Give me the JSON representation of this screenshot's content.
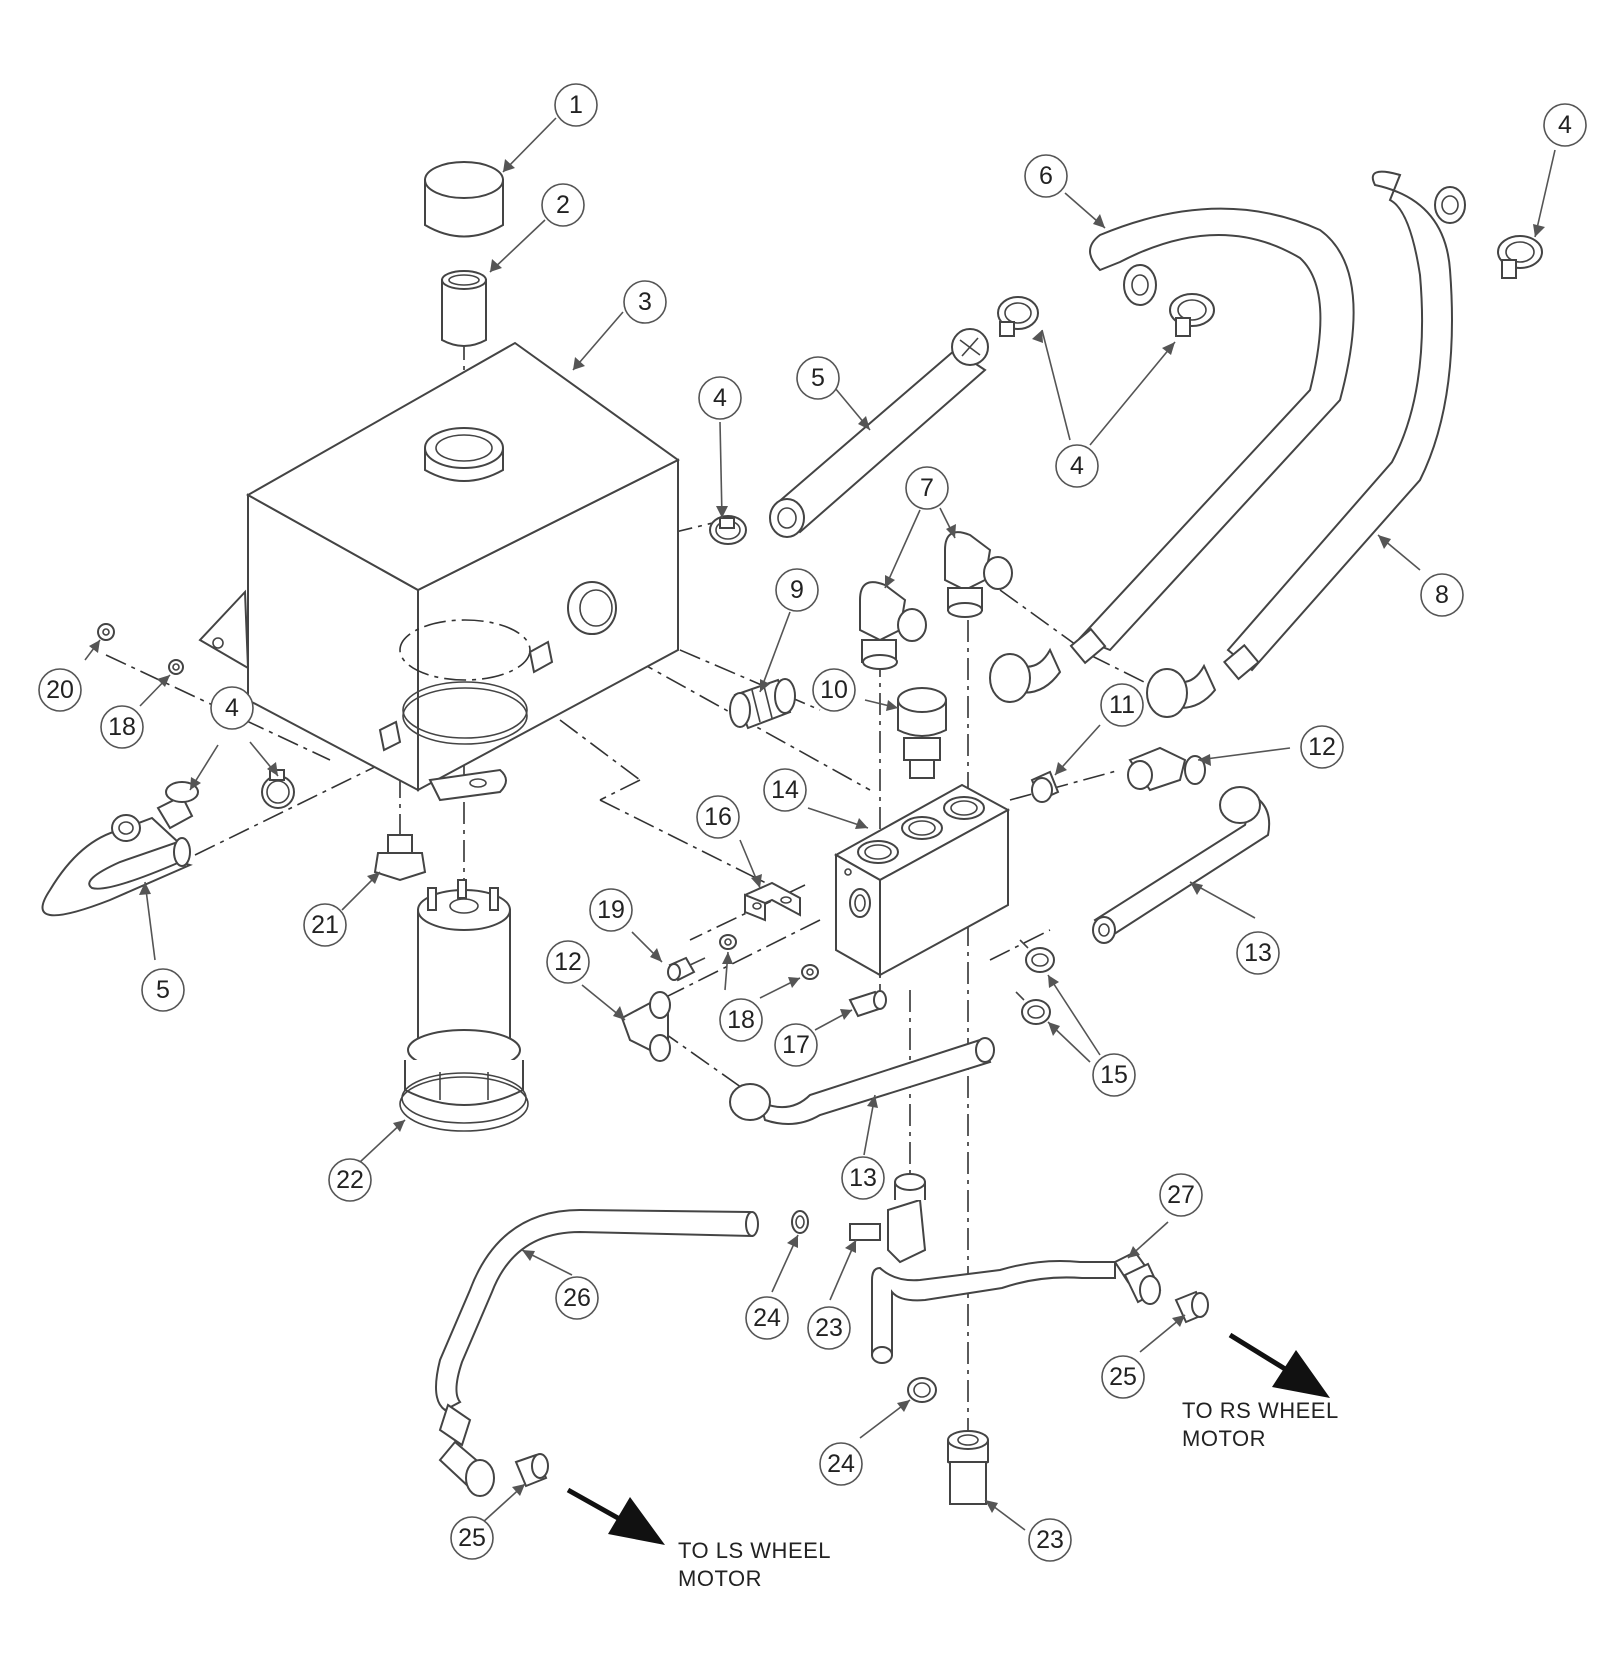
{
  "callouts": [
    {
      "id": "c1",
      "label": "1"
    },
    {
      "id": "c2",
      "label": "2"
    },
    {
      "id": "c3",
      "label": "3"
    },
    {
      "id": "c4a",
      "label": "4"
    },
    {
      "id": "c4b",
      "label": "4"
    },
    {
      "id": "c4c",
      "label": "4"
    },
    {
      "id": "c4d",
      "label": "4"
    },
    {
      "id": "c5a",
      "label": "5"
    },
    {
      "id": "c5b",
      "label": "5"
    },
    {
      "id": "c6",
      "label": "6"
    },
    {
      "id": "c7",
      "label": "7"
    },
    {
      "id": "c8",
      "label": "8"
    },
    {
      "id": "c9",
      "label": "9"
    },
    {
      "id": "c10",
      "label": "10"
    },
    {
      "id": "c11",
      "label": "11"
    },
    {
      "id": "c12a",
      "label": "12"
    },
    {
      "id": "c12b",
      "label": "12"
    },
    {
      "id": "c13a",
      "label": "13"
    },
    {
      "id": "c13b",
      "label": "13"
    },
    {
      "id": "c14",
      "label": "14"
    },
    {
      "id": "c15",
      "label": "15"
    },
    {
      "id": "c16",
      "label": "16"
    },
    {
      "id": "c17",
      "label": "17"
    },
    {
      "id": "c18a",
      "label": "18"
    },
    {
      "id": "c18b",
      "label": "18"
    },
    {
      "id": "c19",
      "label": "19"
    },
    {
      "id": "c20",
      "label": "20"
    },
    {
      "id": "c21",
      "label": "21"
    },
    {
      "id": "c22",
      "label": "22"
    },
    {
      "id": "c23a",
      "label": "23"
    },
    {
      "id": "c23b",
      "label": "23"
    },
    {
      "id": "c24a",
      "label": "24"
    },
    {
      "id": "c24b",
      "label": "24"
    },
    {
      "id": "c25a",
      "label": "25"
    },
    {
      "id": "c25b",
      "label": "25"
    },
    {
      "id": "c26",
      "label": "26"
    },
    {
      "id": "c27",
      "label": "27"
    }
  ],
  "notes": {
    "rs_line1": "TO RS WHEEL",
    "rs_line2": "MOTOR",
    "ls_line1": "TO LS WHEEL",
    "ls_line2": "MOTOR"
  }
}
